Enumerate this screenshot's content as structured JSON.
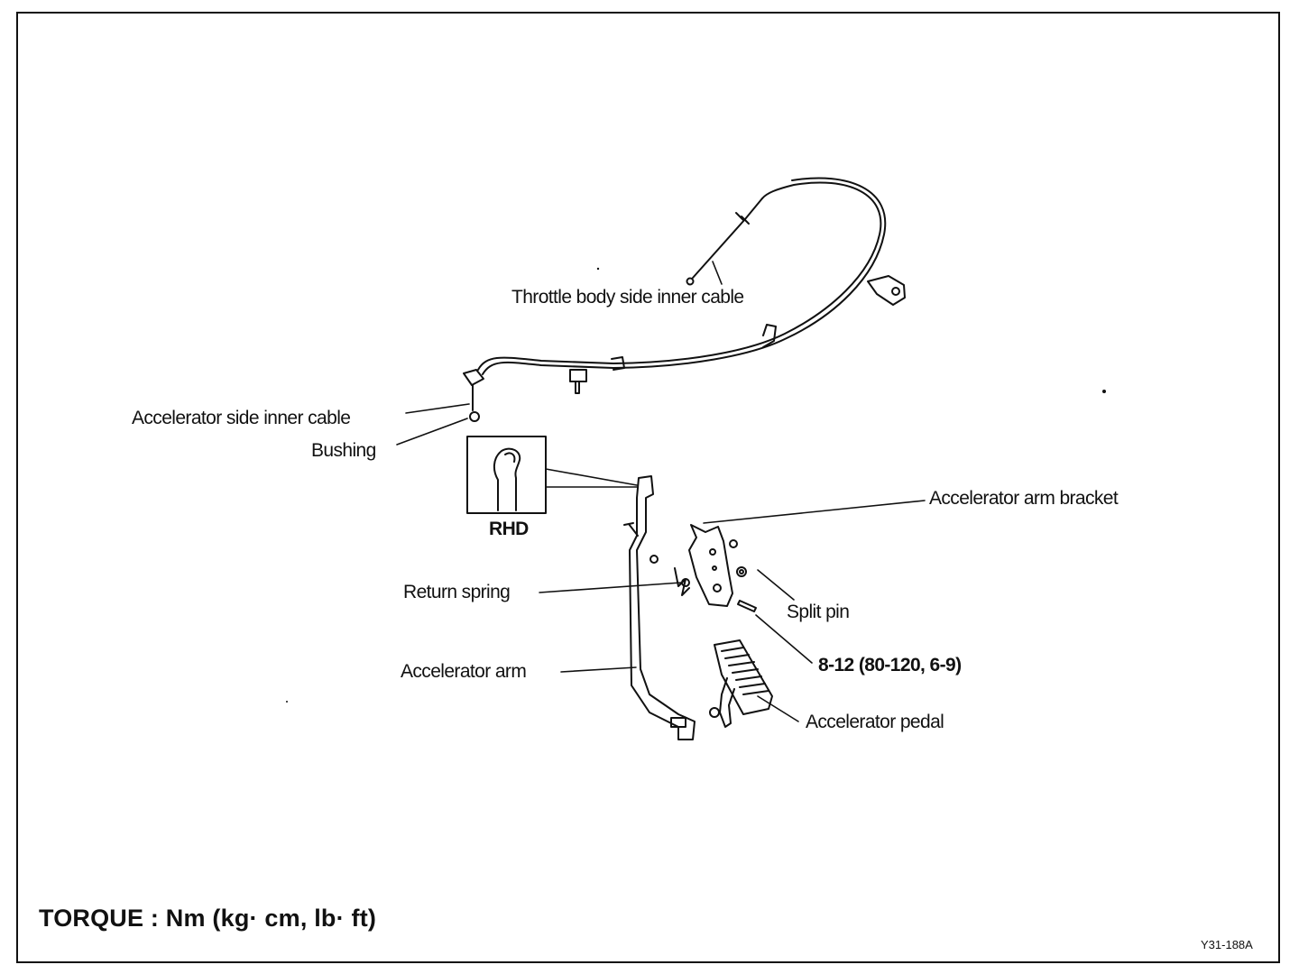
{
  "labels": {
    "throttle_cable": "Throttle body side inner cable",
    "accel_side_cable": "Accelerator side inner cable",
    "bushing": "Bushing",
    "rhd": "RHD",
    "arm_bracket": "Accelerator arm bracket",
    "split_pin": "Split pin",
    "return_spring": "Return spring",
    "torque_value": "8-12 (80-120, 6-9)",
    "accel_arm": "Accelerator arm",
    "accel_pedal": "Accelerator pedal"
  },
  "footer": {
    "torque_note": "TORQUE : Nm (kg· cm, lb· ft)",
    "figure_id": "Y31-188A"
  }
}
